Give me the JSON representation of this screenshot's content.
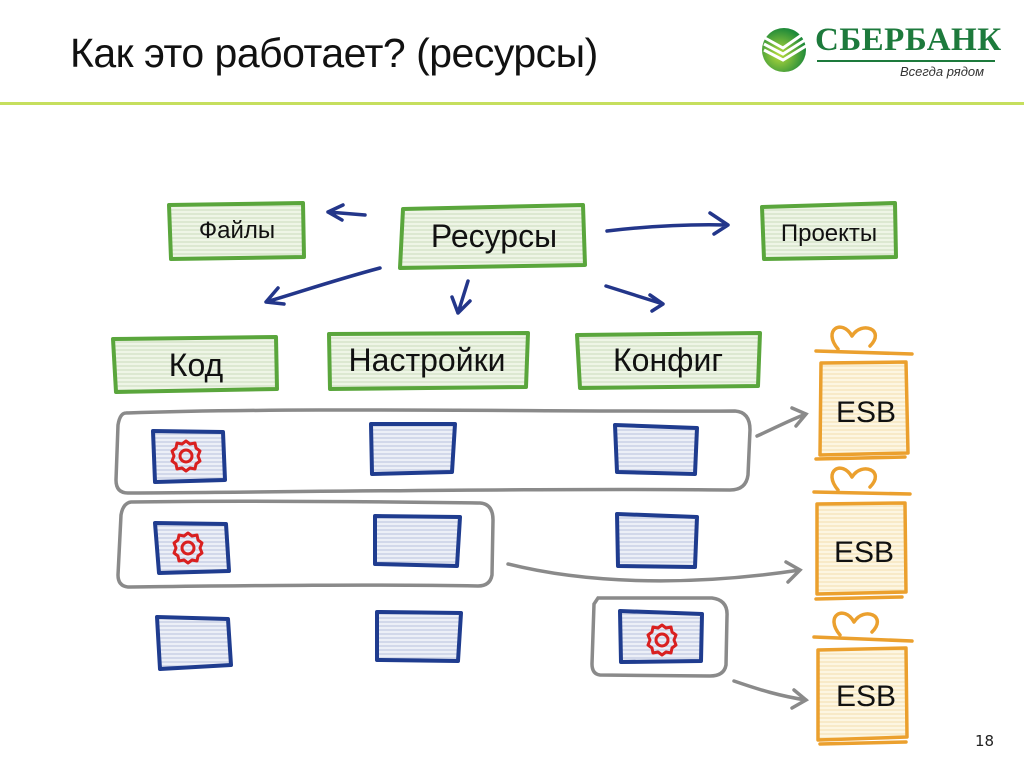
{
  "slide": {
    "title": "Как это работает? (ресурсы)",
    "page_number": "18"
  },
  "logo": {
    "name": "СБЕРБАНК",
    "slogan": "Всегда рядом",
    "icon": "sberbank-logo-icon",
    "colors": {
      "brand_green": "#1d7a3c",
      "accent_lime": "#c6df5e"
    }
  },
  "diagram": {
    "colors": {
      "green_box_border": "#5aa63c",
      "green_box_fill": "#e8f2de",
      "blue_item_border": "#1f3c8f",
      "blue_item_fill": "#dfe4f2",
      "gear": "#d92020",
      "group_outline": "#8a8a8a",
      "arrow_blue": "#23368a",
      "gift_border": "#eba02e",
      "gift_fill": "#fcf2d6"
    },
    "nodes": {
      "root": "Ресурсы",
      "files": "Файлы",
      "projects": "Проекты",
      "code": "Код",
      "settings": "Настройки",
      "config": "Конфиг"
    },
    "rows": [
      {
        "name": "row-1",
        "items": [
          "code-modified",
          "settings",
          "config"
        ],
        "target": "ESB"
      },
      {
        "name": "row-2",
        "items": [
          "code-modified",
          "settings"
        ],
        "target": "ESB"
      },
      {
        "name": "row-3",
        "items": [
          "config-modified"
        ],
        "target": "ESB"
      }
    ],
    "gifts": [
      {
        "label": "ESB"
      },
      {
        "label": "ESB"
      },
      {
        "label": "ESB"
      }
    ],
    "legend_icons": [
      "gear-icon",
      "document-icon",
      "gift-box-icon"
    ]
  }
}
